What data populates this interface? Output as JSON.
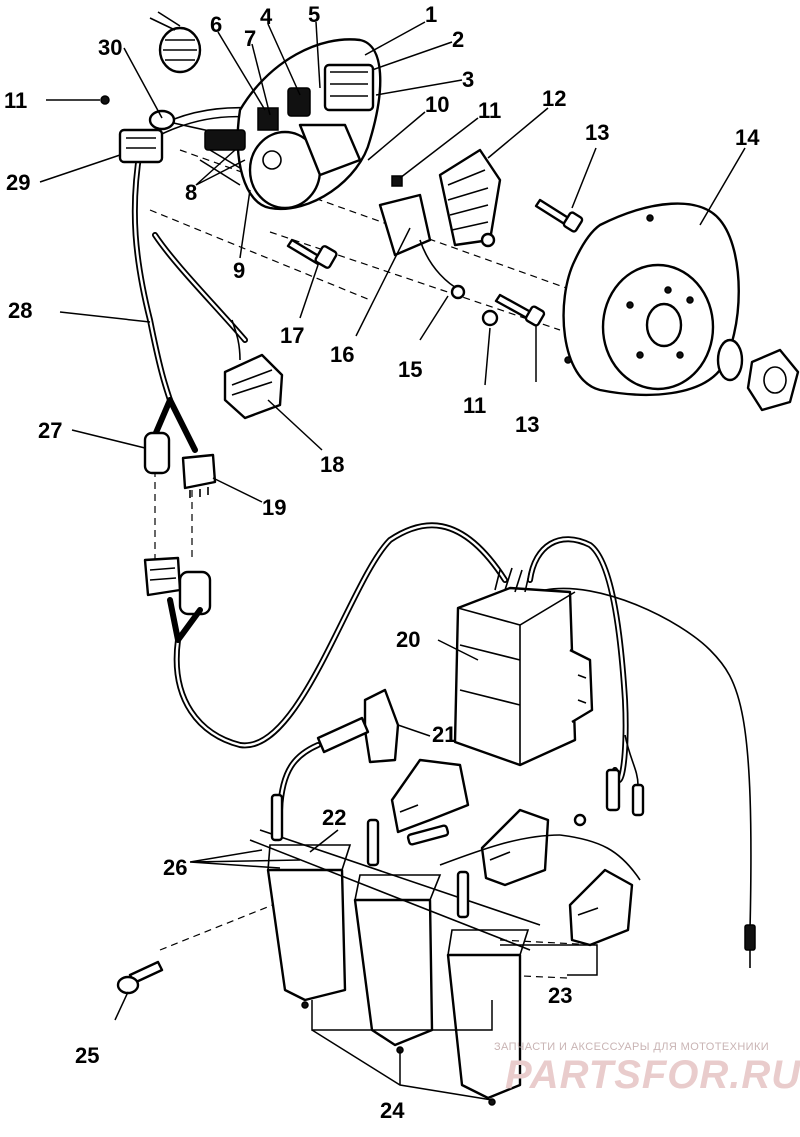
{
  "diagram": {
    "callouts": [
      "1",
      "2",
      "3",
      "4",
      "5",
      "6",
      "7",
      "8",
      "9",
      "10",
      "11",
      "11",
      "11",
      "12",
      "13",
      "13",
      "14",
      "15",
      "16",
      "17",
      "18",
      "19",
      "20",
      "21",
      "22",
      "23",
      "24",
      "25",
      "26",
      "27",
      "28",
      "29",
      "30"
    ]
  },
  "watermark": {
    "tagline": "ЗАПЧАСТИ И АКСЕССУАРЫ ДЛЯ МОТОТЕХНИКИ",
    "logo": "PARTSFOR.RU"
  },
  "colors": {
    "line": "#000000",
    "background": "#ffffff",
    "watermark": "#e0c4c4"
  }
}
